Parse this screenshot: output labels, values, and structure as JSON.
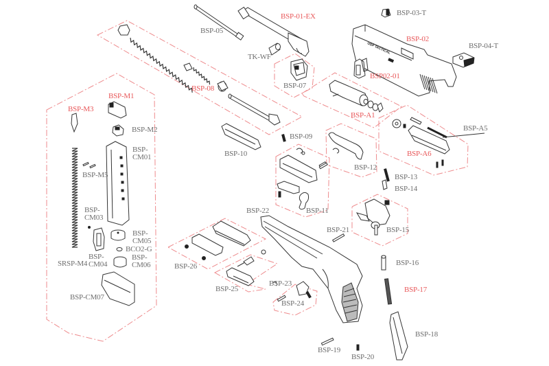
{
  "diagram": {
    "title": "",
    "type": "exploded parts diagram",
    "colors": {
      "label_standard": "#6e6e6e",
      "label_highlight": "#e8585a",
      "group_outline": "#ee8a8c",
      "line_art": "#333333"
    },
    "labels": {
      "bsp_05": "BSP-05",
      "bsp_01_ex": "BSP-01-EX",
      "bsp_03_t": "BSP-03-T",
      "bsp_02": "BSP-02",
      "bsp_04_t": "BSP-04-T",
      "tk_wf": "TK-WF",
      "bsp_07": "BSP-07",
      "bsp02_01": "BSP02-01",
      "bsp_08": "BSP-08",
      "bsp_a1": "BSP-A1",
      "bsp_a5": "BSP-A5",
      "bsp_a6": "BSP-A6",
      "bsp_m1": "BSP-M1",
      "bsp_m3": "BSP-M3",
      "bsp_m2": "BSP-M2",
      "bsp_cm01": "BSP-\nCM01",
      "bsp_m5": "BSP-M5",
      "bsp_cm03": "BSP-\nCM03",
      "bsp_cm05": "BSP-\nCM05",
      "bco2_g": "BCO2-G",
      "bsp_cm06": "BSP-\nCM06",
      "srsp_m4": "SRSP-M4",
      "bsp_cm04": "BSP-\nCM04",
      "bsp_cm07": "BSP-CM07",
      "bsp_09": "BSP-09",
      "bsp_10": "BSP-10",
      "bsp_12": "BSP-12",
      "bsp_13": "BSP-13",
      "bsp_14": "BSP-14",
      "bsp_11": "BSP-11",
      "bsp_22": "BSP-22",
      "bsp_21": "BSP-21",
      "bsp_15": "BSP-15",
      "bsp_26": "BSP-26",
      "bsp_16": "BSP-16",
      "bsp_25": "BSP-25",
      "bsp_23": "BSP-23",
      "bsp_17": "BSP-17",
      "bsp_24": "BSP-24",
      "bsp_18": "BSP-18",
      "bsp_19": "BSP-19",
      "bsp_20": "BSP-20"
    },
    "slide_marking": "USP TACTICAL"
  }
}
